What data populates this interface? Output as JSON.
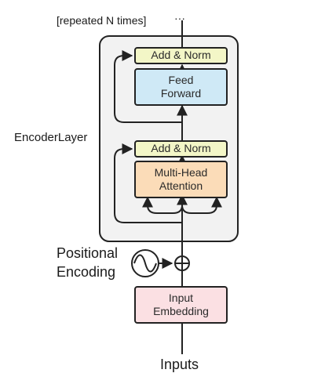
{
  "top_label": "[repeated N times]",
  "top_ellipsis": "···",
  "encoder_layer_label": "EncoderLayer",
  "positional_encoding_label": [
    "Positional",
    "Encoding"
  ],
  "inputs_label": "Inputs",
  "blocks": {
    "add_norm_top": "Add & Norm",
    "feed_forward": [
      "Feed",
      "Forward"
    ],
    "add_norm_bottom": "Add & Norm",
    "multi_head_attention": [
      "Multi-Head",
      "Attention"
    ],
    "input_embedding": [
      "Input",
      "Embedding"
    ]
  },
  "colors": {
    "add_norm": "#f3f6c7",
    "feed_forward": "#cfe9f6",
    "attention": "#fbdcb8",
    "embedding": "#fbe0e3",
    "encoder_frame": "#f2f2f2",
    "stroke": "#222222"
  },
  "icons": [
    "sine-wave-icon",
    "plus-circle-icon",
    "arrow-icon"
  ]
}
